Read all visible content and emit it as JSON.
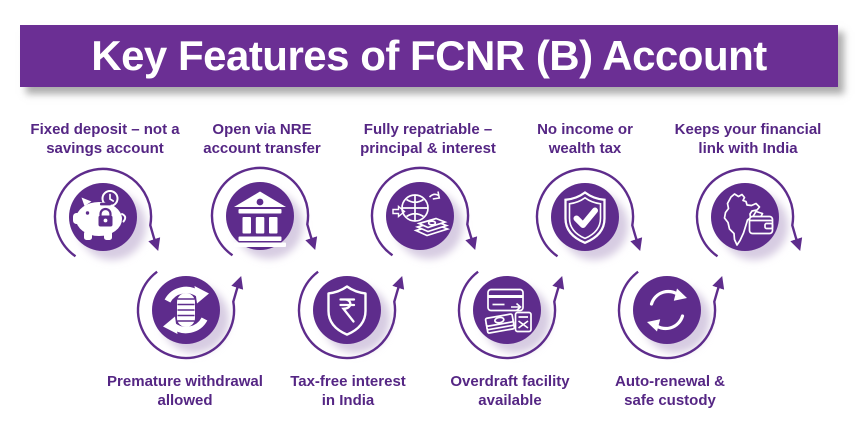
{
  "header": {
    "title": "Key Features of FCNR (B) Account"
  },
  "colors": {
    "banner_purple": "#6B2F94",
    "circle_purple": "#5E2C8C",
    "arrow_purple": "#5E2C8C",
    "label_text_purple": "#552684",
    "title_text": "#FFFFFF",
    "shadow_lavender": "#D7CCE2",
    "background": "#FFFFFF"
  },
  "features_top": [
    {
      "label": "Fixed deposit – not a savings account",
      "lines": [
        "Fixed deposit – not a",
        "savings account"
      ],
      "icon": "piggy-bank-icon"
    },
    {
      "label": "Open via NRE account transfer",
      "lines": [
        "Open via NRE",
        "account transfer"
      ],
      "icon": "bank-icon"
    },
    {
      "label": "Fully repatriable – principal & interest",
      "lines": [
        "Fully repatriable –",
        "principal & interest"
      ],
      "icon": "globe-money-icon"
    },
    {
      "label": "No income or wealth tax",
      "lines": [
        "No income or",
        "wealth tax"
      ],
      "icon": "shield-check-icon"
    },
    {
      "label": "Keeps your financial link with India",
      "lines": [
        "Keeps your financial",
        "link with India"
      ],
      "icon": "india-map-wallet-icon"
    }
  ],
  "features_bottom": [
    {
      "label": "Premature withdrawal allowed",
      "lines": [
        "Premature withdrawal",
        "allowed"
      ],
      "icon": "coins-refresh-icon"
    },
    {
      "label": "Tax-free interest in India",
      "lines": [
        "Tax-free interest",
        "in India"
      ],
      "icon": "shield-rupee-icon"
    },
    {
      "label": "Overdraft facility available",
      "lines": [
        "Overdraft facility",
        "available"
      ],
      "icon": "overdraft-card-cash-icon"
    },
    {
      "label": "Auto-renewal & safe custody",
      "lines": [
        "Auto-renewal &",
        "safe custody"
      ],
      "icon": "auto-renewal-icon"
    }
  ]
}
